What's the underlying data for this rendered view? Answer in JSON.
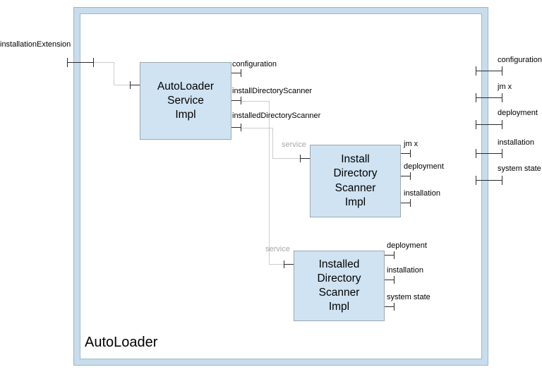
{
  "diagram": {
    "title": "AutoLoader",
    "frame": {
      "border_color": "#c7dced",
      "inner_border_color": "#9fb9cb"
    },
    "component_fill": "#cfe3f2",
    "component_border": "#9aa8b0",
    "connector_color": "#cdcdcd",
    "port_color": "#2b2b2b",
    "gray_label_color": "#a8a8a8"
  },
  "components": [
    {
      "id": "autoloader-service-impl",
      "label": "AutoLoader\nService\nImpl"
    },
    {
      "id": "install-directory-scanner-impl",
      "label": "Install\nDirectory\nScanner\nImpl"
    },
    {
      "id": "installed-directory-scanner-impl",
      "label": "Installed\nDirectory\nScanner\nImpl"
    }
  ],
  "boundary_ports": {
    "left": [
      {
        "id": "installation-extension",
        "label": "installationExtension"
      }
    ],
    "right": [
      {
        "id": "configuration",
        "label": "configuration"
      },
      {
        "id": "jmx",
        "label": "jm x"
      },
      {
        "id": "deployment",
        "label": "deployment"
      },
      {
        "id": "installation",
        "label": "installation"
      },
      {
        "id": "systemstate",
        "label": "system state"
      }
    ]
  },
  "component_ports": {
    "autoloader_service_impl": {
      "left": [
        {
          "id": "in-extension",
          "label": ""
        }
      ],
      "right": [
        {
          "id": "configuration",
          "label": "configuration"
        },
        {
          "id": "install-directory-scanner",
          "label": "installDirectoryScanner"
        },
        {
          "id": "installed-directory-scanner",
          "label": "installedDirectoryScanner"
        }
      ]
    },
    "install_directory_scanner_impl": {
      "left": [
        {
          "id": "service",
          "label": "service"
        }
      ],
      "right": [
        {
          "id": "jmx",
          "label": "jm x"
        },
        {
          "id": "deployment",
          "label": "deployment"
        },
        {
          "id": "installation",
          "label": "installation"
        }
      ]
    },
    "installed_directory_scanner_impl": {
      "left": [
        {
          "id": "service",
          "label": "service"
        }
      ],
      "right": [
        {
          "id": "deployment",
          "label": "deployment"
        },
        {
          "id": "installation",
          "label": "installation"
        },
        {
          "id": "systemstate",
          "label": "system state"
        }
      ]
    }
  }
}
